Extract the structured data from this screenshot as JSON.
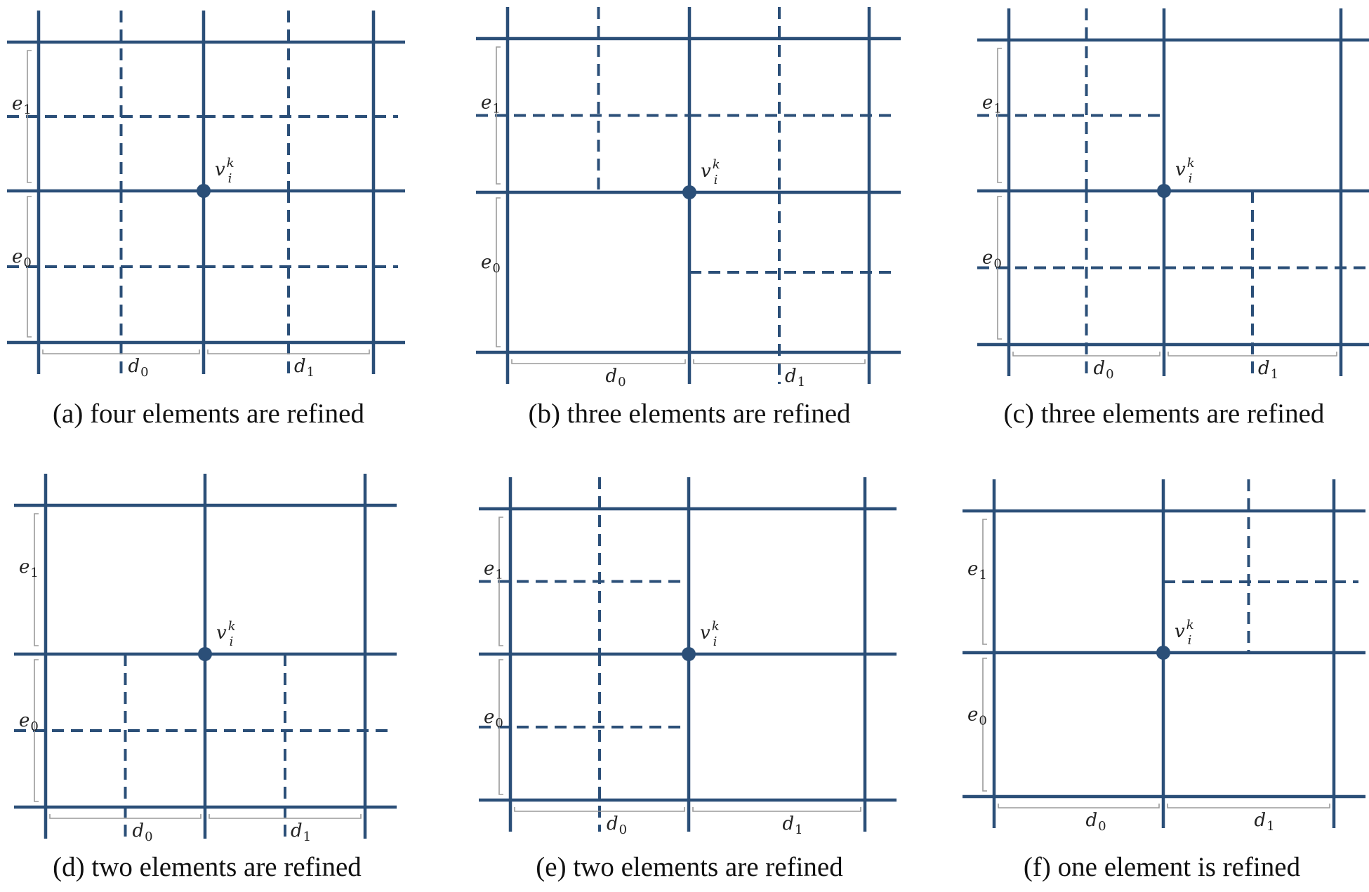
{
  "colors": {
    "line": "#2b4f78",
    "dot": "#2b4f78"
  },
  "labels": {
    "e0": {
      "main": "e",
      "sub": "0"
    },
    "e1": {
      "main": "e",
      "sub": "1"
    },
    "d0": {
      "main": "d",
      "sub": "0"
    },
    "d1": {
      "main": "d",
      "sub": "1"
    },
    "vertex": {
      "main": "v",
      "sub": "i",
      "sup": "k"
    }
  },
  "panels": [
    {
      "id": "a",
      "caption": "(a) four elements are refined"
    },
    {
      "id": "b",
      "caption": "(b) three elements are refined"
    },
    {
      "id": "c",
      "caption": "(c) three elements are refined"
    },
    {
      "id": "d",
      "caption": "(d) two elements are refined"
    },
    {
      "id": "e",
      "caption": "(e) two elements are refined"
    },
    {
      "id": "f",
      "caption": "(f) one element is refined"
    }
  ]
}
